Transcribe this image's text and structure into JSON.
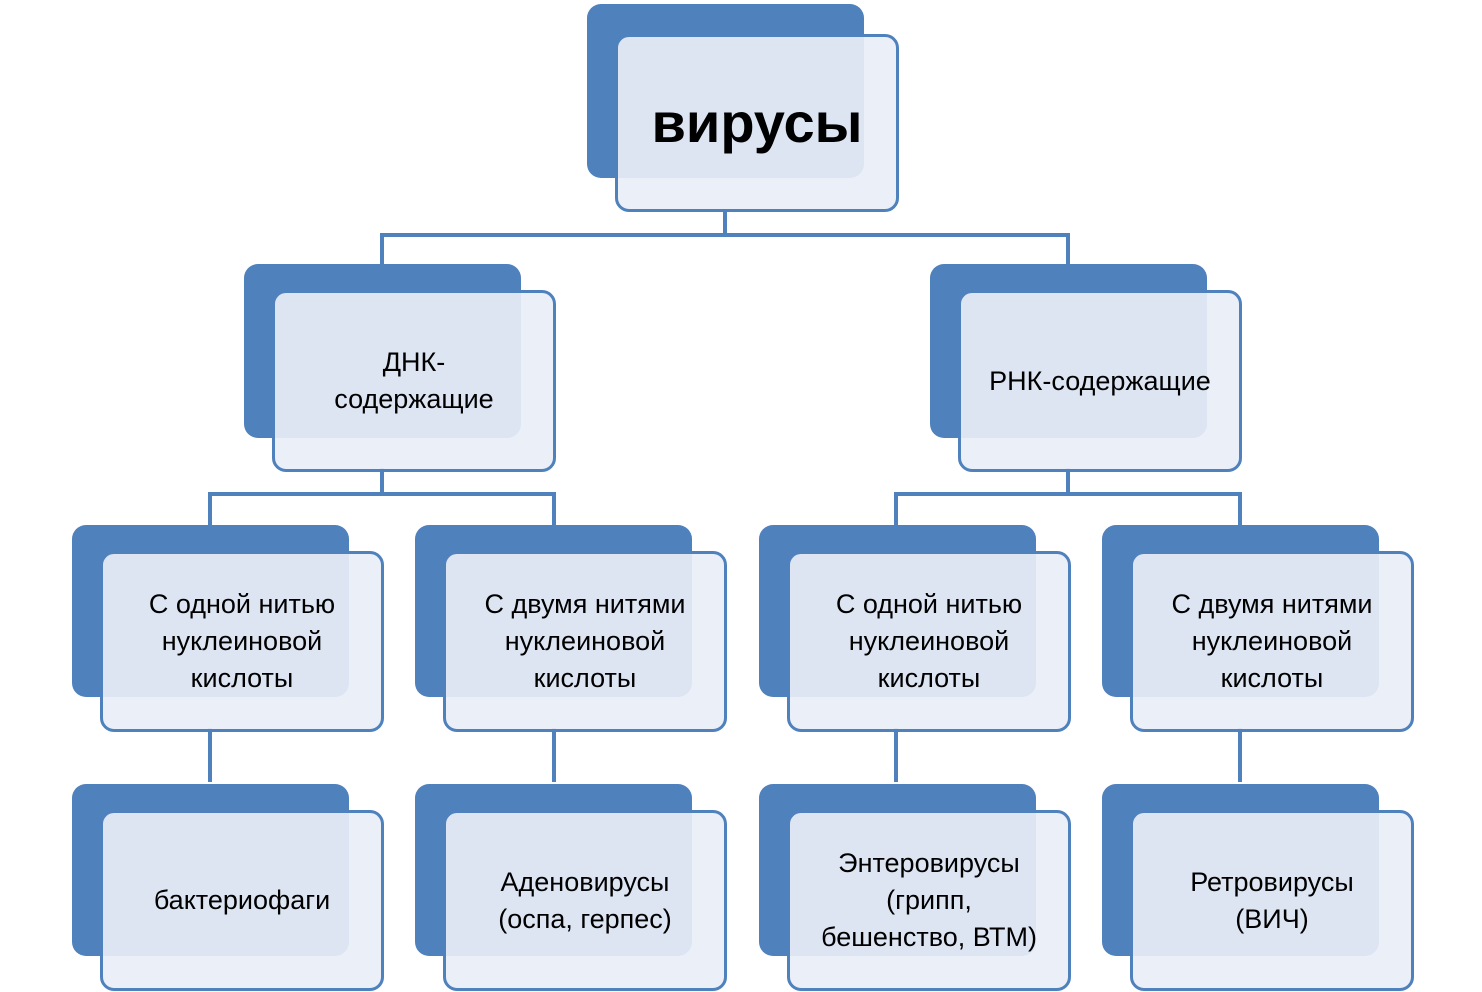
{
  "diagram": {
    "root": {
      "label": "вирусы"
    },
    "branches": [
      {
        "label": "ДНК-\nсодержащие",
        "children": [
          {
            "label": "С одной нитью\nнуклеиновой\nкислоты",
            "example": "бактериофаги"
          },
          {
            "label": "С двумя нитями\nнуклеиновой\nкислоты",
            "example": "Аденовирусы\n(оспа, герпес)"
          }
        ]
      },
      {
        "label": "РНК-содержащие",
        "children": [
          {
            "label": "С одной нитью\nнуклеиновой\nкислоты",
            "example": "Энтеровирусы\n(грипп,\nбешенство, ВТМ)"
          },
          {
            "label": "С двумя нитями\nнуклеиновой\nкислоты",
            "example": "Ретровирусы\n(ВИЧ)"
          }
        ]
      }
    ],
    "colors": {
      "accent": "#4f81bd",
      "box_fill": "#e9eef7",
      "text": "#000000"
    }
  }
}
